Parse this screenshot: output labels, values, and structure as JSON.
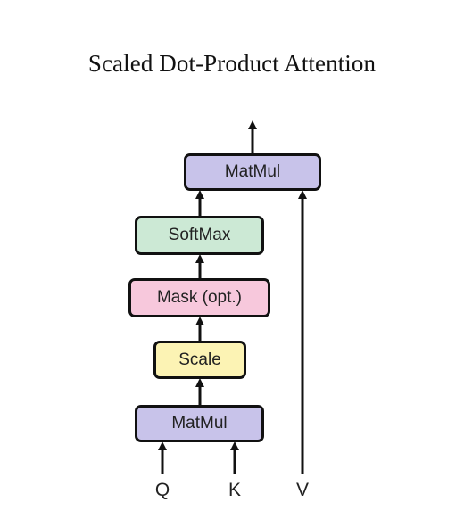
{
  "title": "Scaled Dot-Product Attention",
  "colors": {
    "matmul": "#c8c3ea",
    "softmax": "#cce9d5",
    "mask": "#f7c8dc",
    "scale": "#fcf3b4",
    "stroke": "#111111"
  },
  "blocks": {
    "matmul_top": "MatMul",
    "softmax": "SoftMax",
    "mask": "Mask (opt.)",
    "scale": "Scale",
    "matmul_bottom": "MatMul"
  },
  "inputs": {
    "q": "Q",
    "k": "K",
    "v": "V"
  }
}
